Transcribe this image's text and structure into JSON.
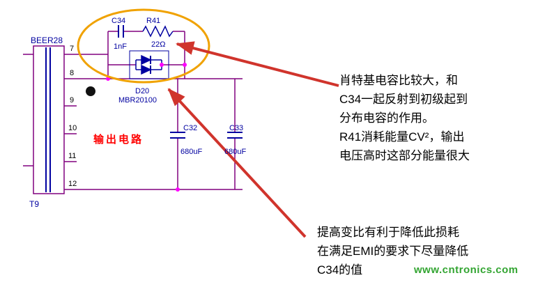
{
  "circuit": {
    "transformer": {
      "label": "BEER28",
      "ref": "T9",
      "pins": [
        "7",
        "8",
        "9",
        "10",
        "11",
        "12"
      ]
    },
    "snubber_cap": {
      "ref": "C34",
      "value": "1nF"
    },
    "snubber_res": {
      "ref": "R41",
      "value": "22Ω"
    },
    "diode": {
      "ref": "D20",
      "part": "MBR20100"
    },
    "cap1": {
      "ref": "C32",
      "value": "680uF"
    },
    "cap2": {
      "ref": "C33",
      "value": "680uF"
    },
    "output_label": "输出电路"
  },
  "notes": {
    "note1": [
      "肖特基电容比较大，和",
      "C34一起反射到初级起到",
      "分布电容的作用。",
      "R41消耗能量CV²，输出",
      "电压高时这部分能量很大"
    ],
    "note2": [
      "提高变比有利于降低此损耗",
      "在满足EMI的要求下尽量降低",
      "C34的值"
    ]
  },
  "watermark": "www.cntronics.com",
  "colors": {
    "wire": "#80007f",
    "component": "#0000a0",
    "junction_dot": "#ff00ff",
    "highlight_ellipse": "#f0a202",
    "annotation_arrow": "#d0342c",
    "output_label_text": "#ff0000",
    "watermark_text": "#33a532"
  }
}
